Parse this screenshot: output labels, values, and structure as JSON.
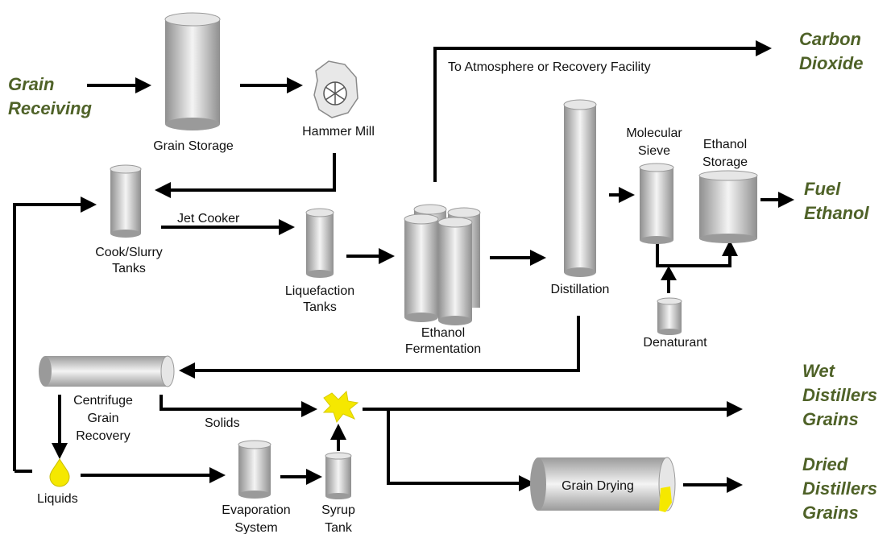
{
  "colors": {
    "io_label": "#4f6228",
    "tank_light": "#f2f2f2",
    "tank_dark": "#9a9a9a",
    "yellow": "#f5e800",
    "line": "#000000"
  },
  "inputs": {
    "grain_receiving": [
      "Grain",
      "Receiving"
    ]
  },
  "outputs": {
    "carbon_dioxide": [
      "Carbon",
      "Dioxide"
    ],
    "fuel_ethanol": [
      "Fuel",
      "Ethanol"
    ],
    "wet_distillers_grains": [
      "Wet",
      "Distillers",
      "Grains"
    ],
    "dried_distillers_grains": [
      "Dried",
      "Distillers",
      "Grains"
    ]
  },
  "units": {
    "grain_storage": [
      "Grain Storage"
    ],
    "hammer_mill": [
      "Hammer Mill"
    ],
    "cook_slurry_tanks": [
      "Cook/Slurry",
      "Tanks"
    ],
    "liquefaction_tanks": [
      "Liquefaction",
      "Tanks"
    ],
    "ethanol_fermentation": [
      "Ethanol",
      "Fermentation"
    ],
    "distillation": [
      "Distillation"
    ],
    "molecular_sieve": [
      "Molecular",
      "Sieve"
    ],
    "ethanol_storage": [
      "Ethanol",
      "Storage"
    ],
    "denaturant": [
      "Denaturant"
    ],
    "centrifuge": [
      "Centrifuge",
      "Grain",
      "Recovery"
    ],
    "liquids": [
      "Liquids"
    ],
    "evaporation_system": [
      "Evaporation",
      "System"
    ],
    "syrup_tank": [
      "Syrup",
      "Tank"
    ],
    "grain_drying": [
      "Grain Drying"
    ]
  },
  "flow_labels": {
    "jet_cooker": "Jet Cooker",
    "co2_to_atmosphere": "To Atmosphere or Recovery Facility",
    "solids": "Solids"
  },
  "icons": [
    "tank",
    "hammer-mill",
    "centrifuge-cylinder",
    "dryer-drum",
    "yellow-droplet",
    "yellow-splat"
  ]
}
